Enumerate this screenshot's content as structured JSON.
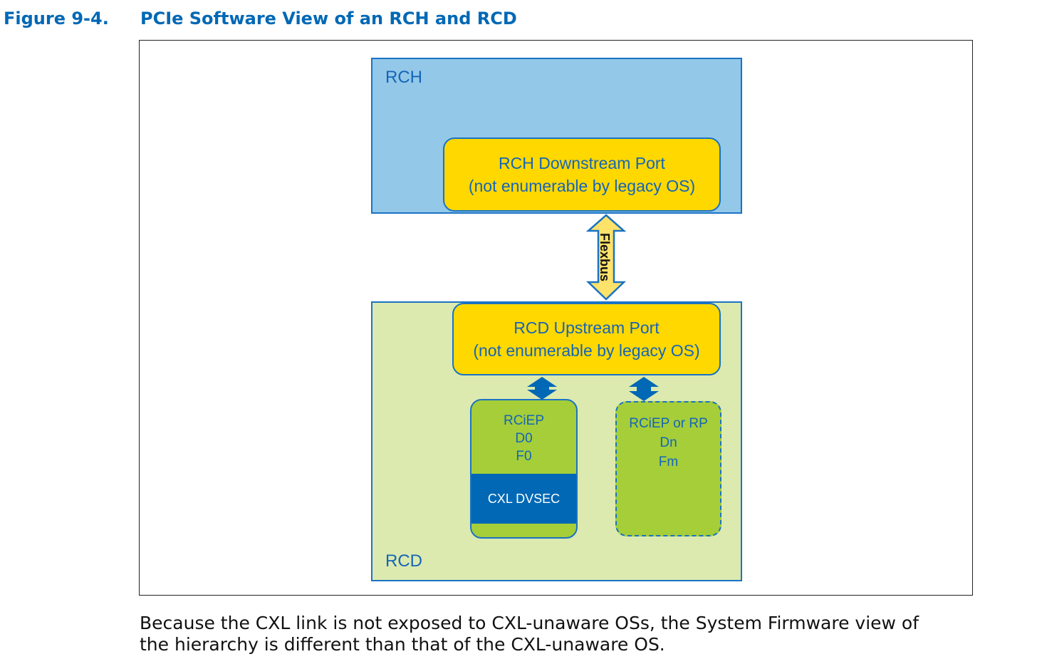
{
  "figure": {
    "number": "Figure 9-4.",
    "title": "PCIe Software View of an RCH and RCD"
  },
  "diagram": {
    "rch": {
      "label": "RCH",
      "downstream_port": {
        "line1": "RCH Downstream Port",
        "line2": "(not enumerable by legacy OS)"
      }
    },
    "link": {
      "label": "Flexbus"
    },
    "rcd": {
      "label": "RCD",
      "upstream_port": {
        "line1": "RCD Upstream Port",
        "line2": "(not enumerable by legacy OS)"
      },
      "function0": {
        "line1": "RCiEP",
        "line2": "D0",
        "line3": "F0",
        "dvsec": "CXL DVSEC"
      },
      "function_n": {
        "line1": "RCiEP or RP",
        "line2": "Dn",
        "line3": "Fm"
      }
    },
    "colors": {
      "rch_fill": "#93c8e8",
      "rcd_fill": "#dceaaf",
      "port_fill": "#ffd800",
      "function_fill": "#a5ce39",
      "dvsec_fill": "#0068b5",
      "border": "#1a73c4",
      "title": "#0068b5"
    }
  },
  "body": {
    "line1": "Because the CXL link is not exposed to CXL-unaware OSs, the System Firmware view of",
    "line2": "the hierarchy is different than that of the CXL-unaware OS."
  }
}
